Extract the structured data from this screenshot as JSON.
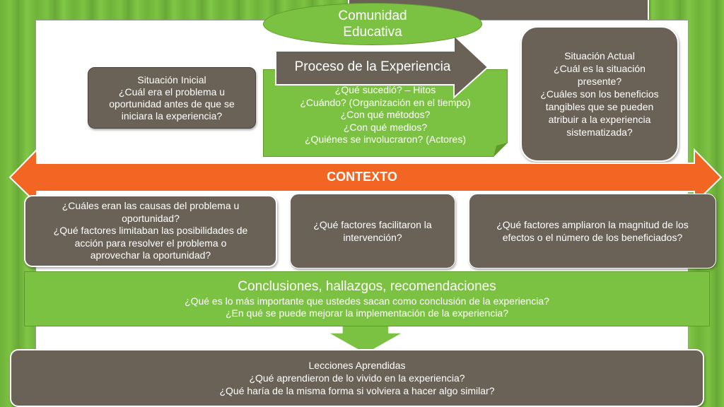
{
  "comunidad": {
    "line1": "Comunidad",
    "line2": "Educativa"
  },
  "proceso": {
    "title": "Proceso de la Experiencia",
    "lines": [
      "¿Qué sucedió? – Hitos",
      "¿Cuándo? (Organización en el tiempo)",
      "¿Con qué métodos?",
      "¿Con qué medios?",
      "¿Quiénes se involucraron? (Actores)"
    ]
  },
  "situacion_inicial": {
    "lines": [
      "Situación Inicial",
      "¿Cuál era el problema u",
      "oportunidad antes de que se",
      "iniciara la experiencia?"
    ]
  },
  "situacion_actual": {
    "lines": [
      "Situación Actual",
      "¿Cuál es la situación",
      "presente?",
      "¿Cuáles son los beneficios",
      "tangibles que se pueden",
      "atribuir a la experiencia",
      "sistematizada?"
    ]
  },
  "contexto": {
    "label": "CONTEXTO"
  },
  "causas": {
    "lines": [
      "¿Cuáles eran las causas del problema u",
      "oportunidad?",
      "¿Qué factores limitaban las posibilidades de",
      "acción para resolver el problema o",
      "aprovechar la oportunidad?"
    ]
  },
  "facilitaron": {
    "lines": [
      "¿Qué factores facilitaron la",
      "intervención?"
    ]
  },
  "ampliaron": {
    "lines": [
      "¿Qué factores ampliaron la magnitud de los",
      "efectos o el número de los beneficiados?"
    ]
  },
  "conclusiones": {
    "title": "Conclusiones, hallazgos, recomendaciones",
    "lines": [
      "¿Qué es lo más importante que ustedes sacan como conclusión de la experiencia?",
      "¿En qué se puede mejorar la implementación de la experiencia?"
    ]
  },
  "lecciones": {
    "lines": [
      "Lecciones Aprendidas",
      "¿Qué aprendieron de lo vivido en la experiencia?",
      "¿Qué haría de la misma forma si volviera a hacer algo similar?"
    ]
  },
  "colors": {
    "green": "#7cc242",
    "dark": "#6b6257",
    "orange": "#f26522"
  }
}
